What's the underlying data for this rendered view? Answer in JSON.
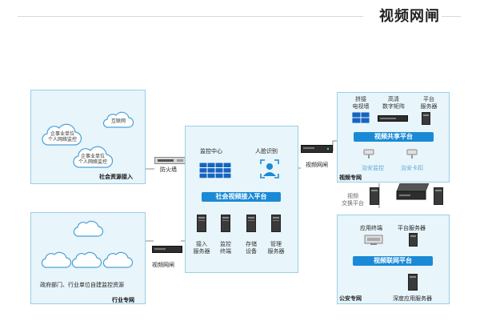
{
  "title": "视频网闸",
  "social": {
    "clouds": [
      "企事业单位\n个人网络监控",
      "互联网",
      "企事业单位\n个人网络监控"
    ],
    "label": "社会资源接入"
  },
  "firewall_label": "防火墙",
  "center": {
    "monitor_label": "监控中心",
    "face_label": "人脸识别",
    "platform_bar": "社会视频接入平台",
    "servers": [
      "接入\n服务器",
      "监控\n终端",
      "存储\n设备",
      "管理\n服务器"
    ]
  },
  "gate_top_label": "视频网闸",
  "gate_mid_label": "视频网闸",
  "share": {
    "items": [
      "拼接\n电视墙",
      "高清\n数字矩阵",
      "平台\n服务器"
    ],
    "platform_bar": "视频共享平台",
    "subs": [
      "治安监控",
      "治安卡扣"
    ],
    "label": "视频专网"
  },
  "exchange_label": "视频\n交换平台",
  "police": {
    "items": [
      "应用终端",
      "平台服务器"
    ],
    "platform_bar": "视频联网平台",
    "server_label": "深度应用服务器",
    "label": "公安专网"
  },
  "industry": {
    "caption": "政府部门、行业单位自建监控资源",
    "label": "行业专网"
  },
  "colors": {
    "accent": "#1a8ad6",
    "zone": "#e8f5fb",
    "border": "#9ccfe6",
    "line": "#8a8a8a"
  }
}
